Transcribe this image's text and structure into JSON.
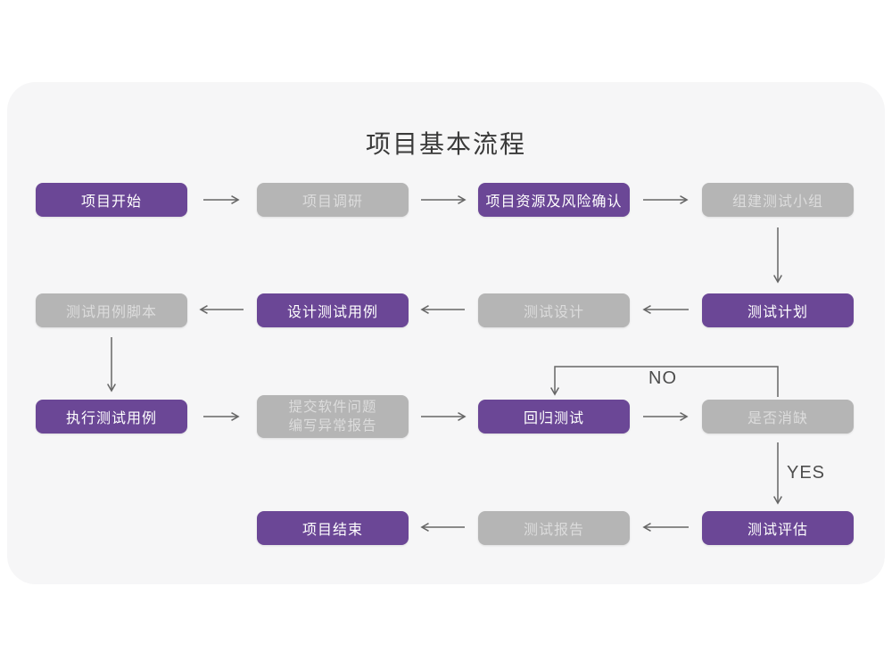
{
  "title": "项目基本流程",
  "colors": {
    "page-bg": "#ffffff",
    "card-bg": "#f6f6f7",
    "node-purple": "#6b4796",
    "node-gray": "#b5b5b5",
    "node-purple-text": "#ffffff",
    "node-gray-text": "#dcdcdc",
    "connector": "#666666",
    "title-text": "#3a3a3a",
    "edge-label-text": "#4d4d4d"
  },
  "nodes": [
    {
      "id": "project-start",
      "label": "项目开始",
      "variant": "purple"
    },
    {
      "id": "project-research",
      "label": "项目调研",
      "variant": "gray"
    },
    {
      "id": "resources-risk",
      "label": "项目资源及风险确认",
      "variant": "purple"
    },
    {
      "id": "build-test-team",
      "label": "组建测试小组",
      "variant": "gray"
    },
    {
      "id": "test-plan",
      "label": "测试计划",
      "variant": "purple"
    },
    {
      "id": "test-design",
      "label": "测试设计",
      "variant": "gray"
    },
    {
      "id": "design-test-cases",
      "label": "设计测试用例",
      "variant": "purple"
    },
    {
      "id": "test-case-script",
      "label": "测试用例脚本",
      "variant": "gray"
    },
    {
      "id": "execute-test-cases",
      "label": "执行测试用例",
      "variant": "purple"
    },
    {
      "id": "submit-issue-report",
      "label": "提交软件问题\n编写异常报告",
      "variant": "gray"
    },
    {
      "id": "regression-test",
      "label": "回归测试",
      "variant": "purple"
    },
    {
      "id": "defect-resolved",
      "label": "是否消缺",
      "variant": "gray"
    },
    {
      "id": "test-evaluation",
      "label": "测试评估",
      "variant": "purple"
    },
    {
      "id": "test-report",
      "label": "测试报告",
      "variant": "gray"
    },
    {
      "id": "project-end",
      "label": "项目结束",
      "variant": "purple"
    }
  ],
  "edge_labels": {
    "no": "NO",
    "yes": "YES"
  }
}
